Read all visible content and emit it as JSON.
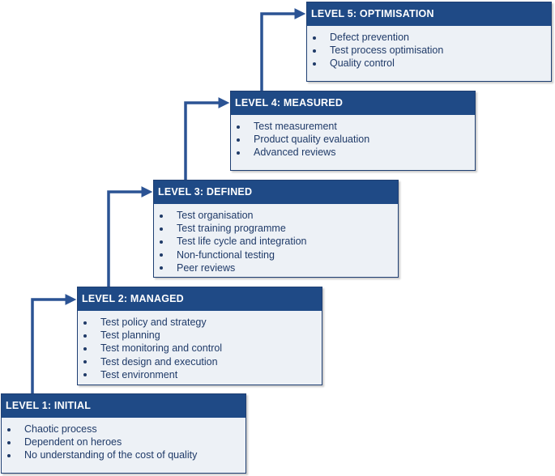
{
  "colors": {
    "header": "#1f4a86",
    "body": "#edf1f6",
    "text": "#1f3a68",
    "connector": "#2b5394"
  },
  "levels": [
    {
      "title": "LEVEL 1: INITIAL",
      "items": [
        "Chaotic process",
        "Dependent on heroes",
        "No understanding of the cost of quality"
      ]
    },
    {
      "title": "LEVEL 2: MANAGED",
      "items": [
        "Test policy and strategy",
        "Test planning",
        "Test monitoring and control",
        "Test design and execution",
        "Test environment"
      ]
    },
    {
      "title": "LEVEL 3: DEFINED",
      "items": [
        "Test organisation",
        "Test training programme",
        "Test life cycle and integration",
        "Non-functional testing",
        "Peer reviews"
      ]
    },
    {
      "title": "LEVEL 4: MEASURED",
      "items": [
        "Test measurement",
        "Product quality evaluation",
        "Advanced reviews"
      ]
    },
    {
      "title": "LEVEL 5: OPTIMISATION",
      "items": [
        "Defect prevention",
        "Test process optimisation",
        "Quality control"
      ]
    }
  ]
}
